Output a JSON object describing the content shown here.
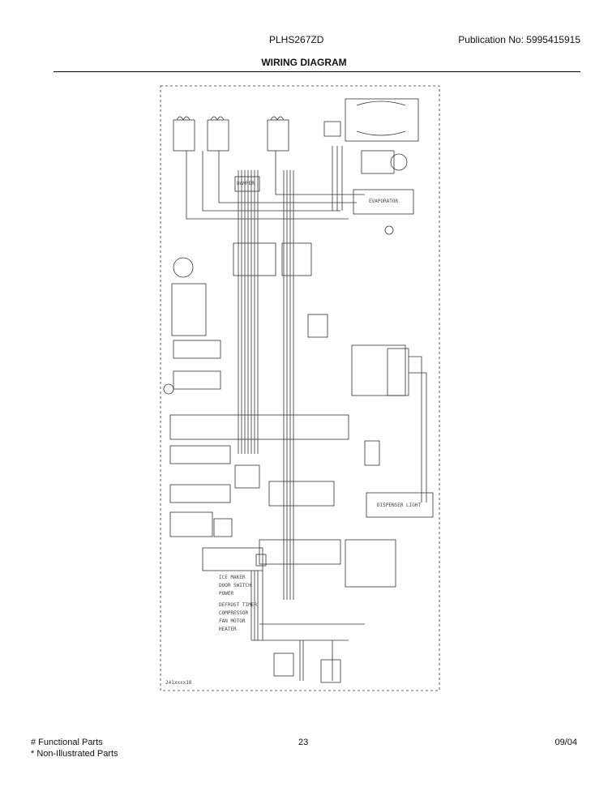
{
  "header": {
    "model": "PLHS267ZD",
    "publication": "Publication No:  5995415915",
    "title": "WIRING DIAGRAM"
  },
  "diagram": {
    "part_labels": [
      "DAMPER",
      "EVAPORATOR",
      "DISPENSER LIGHT",
      "ICE MAKER",
      "DOOR SWITCH",
      "POWER",
      "DEFROST TIMER",
      "COMPRESSOR",
      "FAN MOTOR",
      "HEATER"
    ],
    "drawing_number": "241xxxx10"
  },
  "footer": {
    "functional": "# Functional Parts",
    "non_illustrated": "* Non-Illustrated Parts",
    "page": "23",
    "date": "09/04"
  }
}
